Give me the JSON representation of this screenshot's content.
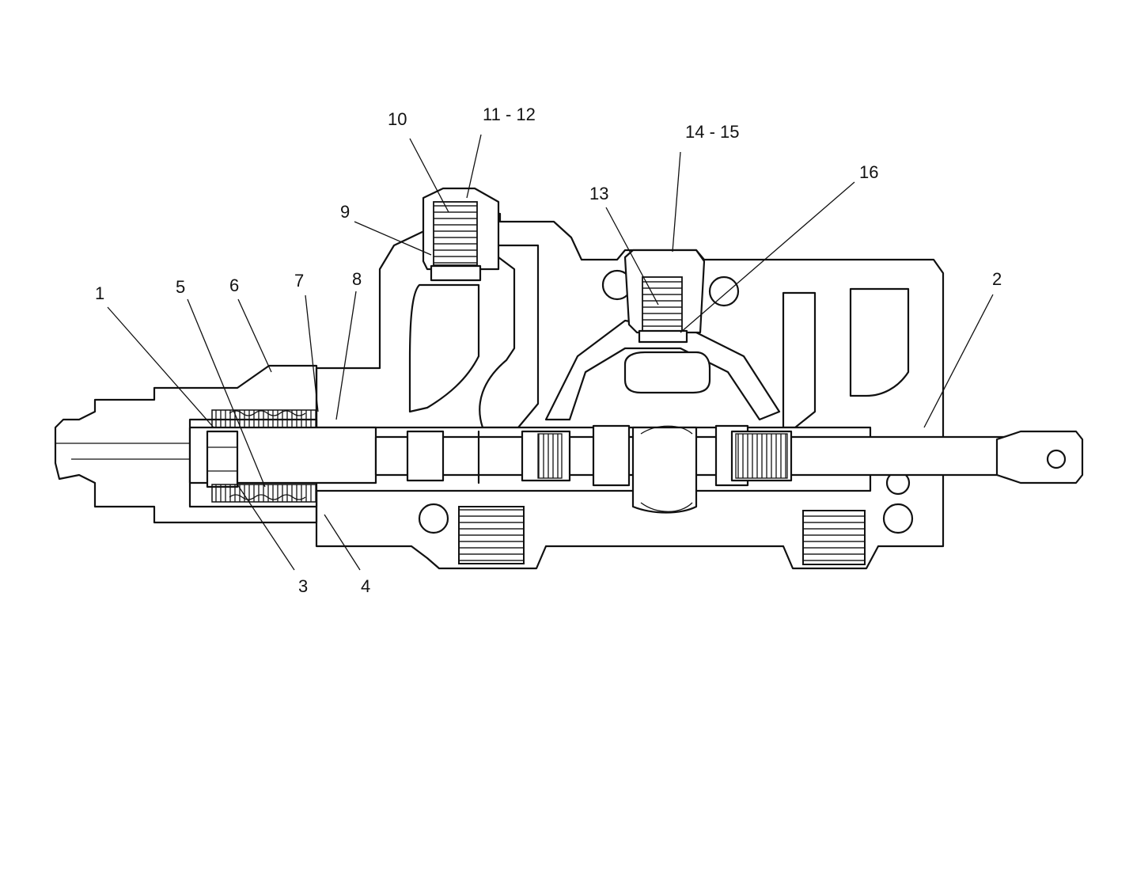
{
  "diagram": {
    "labels": {
      "l1": "1",
      "l2": "2",
      "l3": "3",
      "l4": "4",
      "l5": "5",
      "l6": "6",
      "l7": "7",
      "l8": "8",
      "l9": "9",
      "l10": "10",
      "l11_12": "11 - 12",
      "l13": "13",
      "l14_15": "14 - 15",
      "l16": "16"
    },
    "colors": {
      "ink": "#111111",
      "paper": "#ffffff"
    }
  }
}
